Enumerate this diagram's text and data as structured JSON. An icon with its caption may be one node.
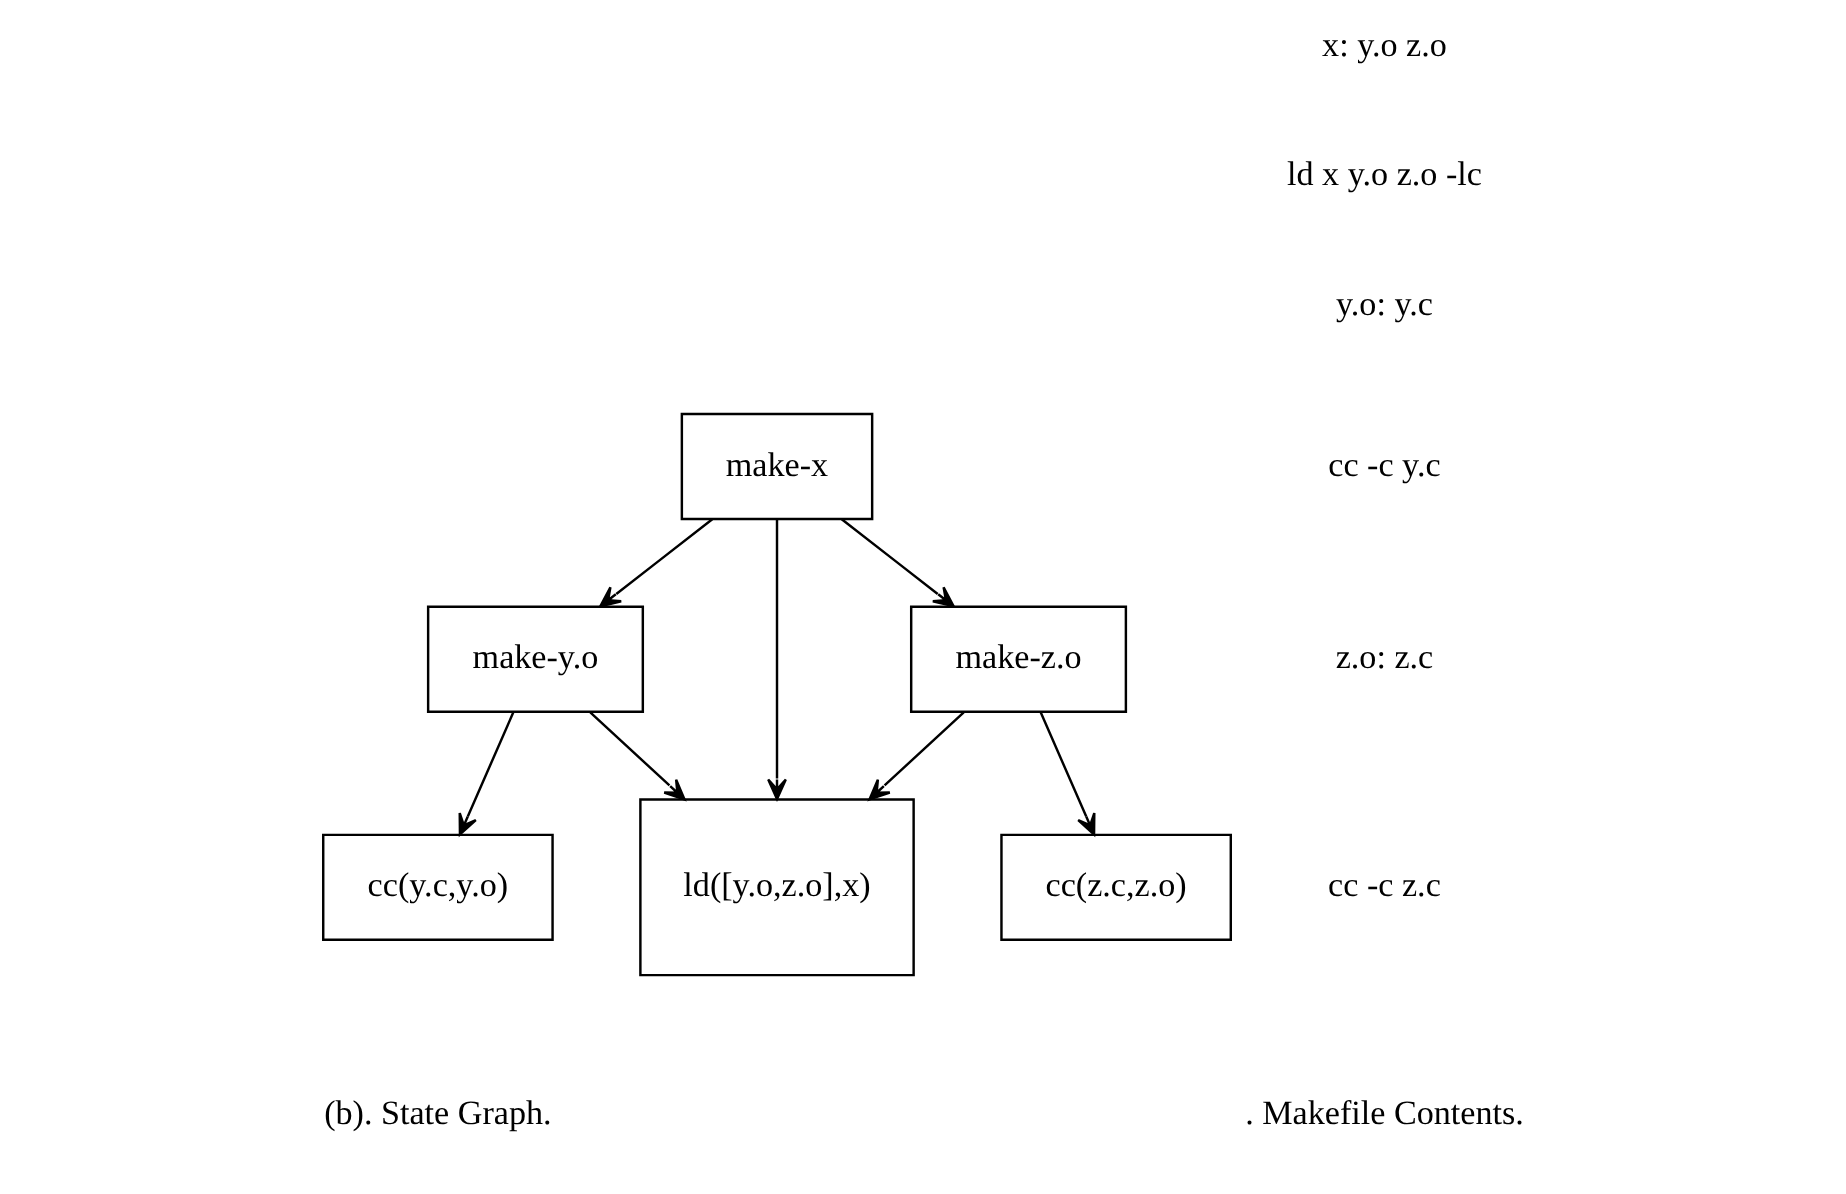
{
  "diagram": {
    "nodes": [
      {
        "text": [
          "make-x"
        ]
      },
      {
        "text": [
          "make-y.o"
        ]
      },
      {
        "text": [
          "make-z.o"
        ]
      },
      {
        "text": [
          "ld([y.o,z.o],x)"
        ]
      },
      {
        "text": [
          "cc(y.c,y.o)"
        ]
      },
      {
        "text": [
          "cc(z.c,z.o)"
        ]
      }
    ],
    "edges": [
      {
        "from": 0,
        "to": 1,
        "arrow": "to"
      },
      {
        "from": 0,
        "to": 2,
        "arrow": "to"
      },
      {
        "from": 0,
        "to": 3,
        "arrow": "to"
      },
      {
        "from": 2,
        "to": 3,
        "arrow": "to"
      },
      {
        "from": 1,
        "to": 3,
        "arrow": "to"
      },
      {
        "from": 1,
        "to": 4,
        "arrow": "to"
      },
      {
        "from": 2,
        "to": 5,
        "arrow": "to"
      }
    ],
    "labels": [
      "x: y.o z.o",
      "ld x y.o z.o -lc",
      "y.o: y.c",
      "cc -c y.c",
      "z.o: z.c",
      "cc -c z.c",
      ". Makefile Contents.",
      "(b). State Graph."
    ]
  }
}
